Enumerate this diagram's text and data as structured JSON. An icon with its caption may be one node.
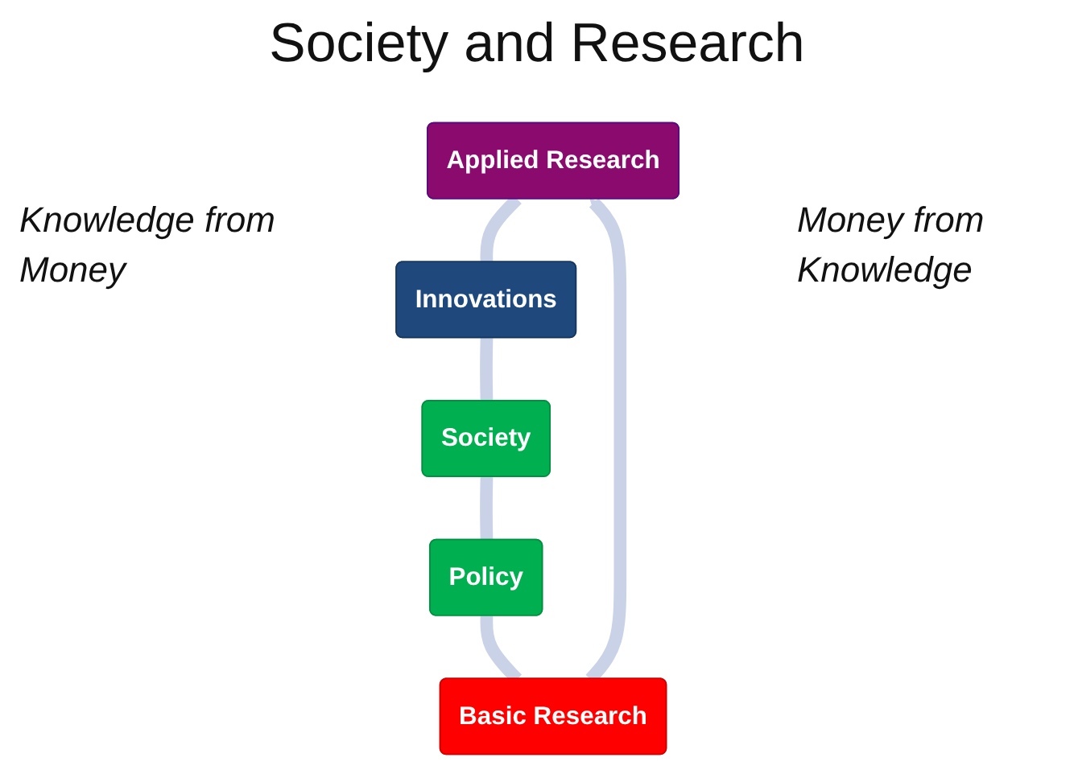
{
  "diagram": {
    "title": "Society and Research",
    "nodes": [
      {
        "text": [
          "Applied Research"
        ]
      },
      {
        "text": [
          "Basic Research"
        ]
      },
      {
        "text": [
          "Innovations"
        ]
      },
      {
        "text": [
          "Policy"
        ]
      },
      {
        "text": [
          "Society"
        ]
      }
    ],
    "edges": [
      {
        "from": 1,
        "to": 0,
        "arrow": "to"
      },
      {
        "from": 0,
        "to": 2,
        "arrow": "none"
      },
      {
        "from": 2,
        "to": 4,
        "arrow": "none"
      },
      {
        "from": 4,
        "to": 3,
        "arrow": "none"
      },
      {
        "from": 3,
        "to": 1,
        "arrow": "none"
      }
    ],
    "labels": [
      "Knowledge from Money",
      "Money from Knowledge"
    ]
  }
}
